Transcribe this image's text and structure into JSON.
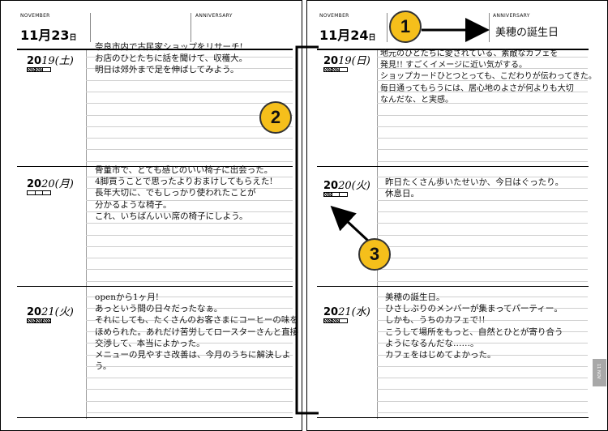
{
  "left_page": {
    "month": "NOVEMBER",
    "date": "11月23",
    "date_suffix": "日",
    "anniversary_label": "ANNIVERSARY",
    "entries": [
      {
        "year_prefix": "20",
        "year_suffix": "19(土)",
        "weather": [
          true,
          true,
          false
        ],
        "text": "奈良市内で古民家ショップをリサーチ!\nお店のひとたちに話を聞けて、収穫大。\n明日は郊外まで足を伸ばしてみよう。"
      },
      {
        "year_prefix": "20",
        "year_suffix": "20(月)",
        "weather": [
          false,
          false,
          false
        ],
        "text": "骨董市で、とても感じのいい椅子に出会った。\n4脚買うことで思ったよりおまけしてもらえた!\n長年大切に、でもしっかり使われたことが\n分かるような椅子。\nこれ、いちばんいい席の椅子にしよう。"
      },
      {
        "year_prefix": "20",
        "year_suffix": "21(火)",
        "weather": [
          true,
          true,
          true
        ],
        "text": "openから1ヶ月!\nあっという間の日々だったなぁ。\nそれにしても、たくさんのお客さまにコーヒーの味を\nほめられた。あれだけ苦労してロースターさんと直接\n交渉して、本当によかった。\nメニューの見やすさ改善は、今月のうちに解決しよう。"
      }
    ]
  },
  "right_page": {
    "month": "NOVEMBER",
    "date": "11月24",
    "date_suffix": "日",
    "anniversary_label": "ANNIVERSARY",
    "anniversary_text": "美穂の誕生日",
    "entries": [
      {
        "year_prefix": "20",
        "year_suffix": "19(日)",
        "weather": [
          true,
          true,
          false
        ],
        "text": "地元のひとたちに愛されている、素敵なカフェを\n発見!! すごくイメージに近い気がする。\nショップカードひとつとっても、こだわりが伝わってきた。\n毎日通ってもらうには、居心地のよさが何よりも大切\nなんだな、と実感。"
      },
      {
        "year_prefix": "20",
        "year_suffix": "20(火)",
        "weather": [
          true,
          false,
          false
        ],
        "text": "昨日たくさん歩いたせいか、今日はぐったり。\n休息日。"
      },
      {
        "year_prefix": "20",
        "year_suffix": "21(水)",
        "weather": [
          true,
          true,
          false
        ],
        "text": "美穂の誕生日。\nひさしぶりのメンバーが集まってパーティー。\nしかも、うちのカフェで!!\nこうして場所をもっと、自然とひとが寄り合う\nようになるんだな……。\nカフェをはじめてよかった。"
      }
    ]
  },
  "callouts": [
    "1",
    "2",
    "3"
  ],
  "side_tab": "11 NOV",
  "colors": {
    "badge": "#f5bf1b",
    "ruled_line": "#cfcfcf",
    "tab": "#a8a8a8"
  }
}
